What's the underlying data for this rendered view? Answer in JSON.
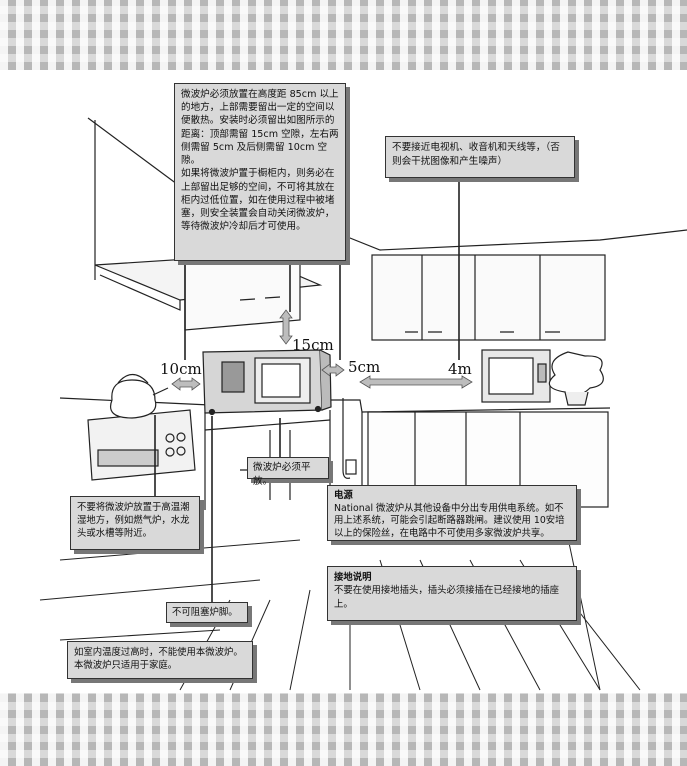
{
  "callouts": {
    "top_clearance": "微波炉必须放置在高度距 85cm 以上的地方，上部需要留出一定的空间以便散热。安装时必须留出如图所示的距离：顶部需留 15cm 空隙，左右两侧需留 5cm 及后侧需留 10cm 空隙。\n如果将微波炉置于橱柜内，则务必在上部留出足够的空间，不可将其放在柜内过低位置，如在使用过程中被堵塞，则安全装置会自动关闭微波炉，等待微波炉冷却后才可使用。",
    "tv_radio": "不要接近电视机、收音机和天线等，（否则会干扰图像和产生噪声）",
    "level": "微波炉必须平放。",
    "power_title": "电源",
    "power_body": "National 微波炉从其他设备中分出专用供电系统。如不用上述系统，可能会引起断路器跳闸。建议使用 10安培以上的保险丝，在电路中不可使用多家微波炉共享。",
    "humidity": "不要将微波炉放置于高温潮湿地方，例如燃气炉，水龙头或水槽等附近。",
    "ground_title": "接地说明",
    "ground_body": "不要在使用接地插头，插头必须接插在已经接地的插座上。",
    "no_cover": "不可阻塞炉脚。",
    "altitude": "如室内温度过高时，不能使用本微波炉。本微波炉只适用于家庭。"
  },
  "dimensions": {
    "top": "15cm",
    "left": "10cm",
    "right": "5cm",
    "tv": "4m"
  },
  "colors": {
    "callout_bg": "#d9d9d9",
    "band": "#d9d9d9",
    "line": "#222222"
  }
}
